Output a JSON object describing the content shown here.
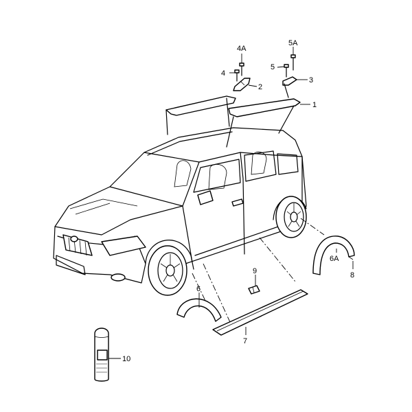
{
  "callouts": {
    "c1": "1",
    "c2": "2",
    "c3": "3",
    "c4": "4",
    "c4a": "4A",
    "c5": "5",
    "c5a": "5A",
    "c6": "6",
    "c6a": "6A",
    "c7": "7",
    "c8": "8",
    "c9": "9",
    "c10": "10"
  },
  "colors": {
    "line": "#000000",
    "background": "#ffffff"
  }
}
